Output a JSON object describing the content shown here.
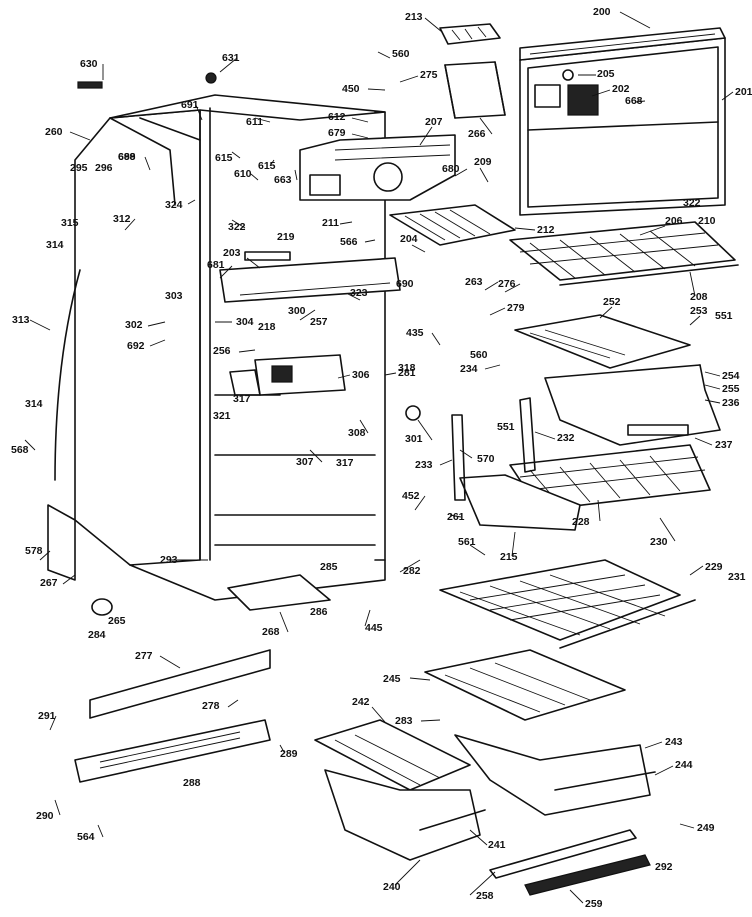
{
  "diagram": {
    "callouts": [
      "200",
      "201",
      "202",
      "203",
      "204",
      "205",
      "206",
      "207",
      "208",
      "209",
      "210",
      "211",
      "212",
      "213",
      "215",
      "218",
      "219",
      "228",
      "229",
      "230",
      "231",
      "232",
      "233",
      "234",
      "236",
      "237",
      "240",
      "241",
      "242",
      "243",
      "244",
      "245",
      "249",
      "252",
      "253",
      "254",
      "255",
      "256",
      "257",
      "258",
      "259",
      "260",
      "261",
      "263",
      "265",
      "266",
      "267",
      "268",
      "275",
      "276",
      "277",
      "278",
      "279",
      "281",
      "282",
      "283",
      "284",
      "285",
      "286",
      "288",
      "289",
      "290",
      "291",
      "292",
      "293",
      "295",
      "296",
      "300",
      "301",
      "302",
      "303",
      "304",
      "306",
      "307",
      "308",
      "312",
      "313",
      "314",
      "315",
      "317",
      "318",
      "321",
      "322",
      "323",
      "324",
      "435",
      "445",
      "450",
      "452",
      "551",
      "560",
      "561",
      "564",
      "566",
      "568",
      "570",
      "578",
      "610",
      "611",
      "612",
      "615",
      "630",
      "631",
      "663",
      "668",
      "679",
      "680",
      "681",
      "689",
      "690",
      "691",
      "692",
      "698"
    ]
  }
}
